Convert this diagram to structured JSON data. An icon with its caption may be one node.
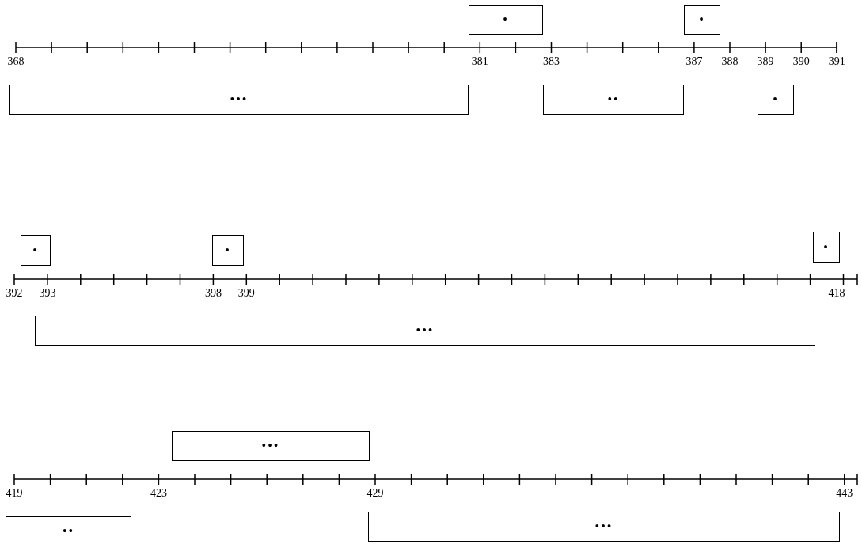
{
  "diagram": {
    "nodes": [
      {
        "text": [
          "•"
        ]
      },
      {
        "text": [
          "•"
        ]
      },
      {
        "text": [
          "•••"
        ]
      },
      {
        "text": [
          "••"
        ]
      },
      {
        "text": [
          "•"
        ]
      },
      {
        "text": [
          "•"
        ]
      },
      {
        "text": [
          "•"
        ]
      },
      {
        "text": [
          "•"
        ]
      },
      {
        "text": [
          "•••"
        ]
      },
      {
        "text": [
          "•••"
        ]
      },
      {
        "text": [
          "••"
        ]
      },
      {
        "text": [
          "•••"
        ]
      }
    ],
    "edges": [],
    "labels": [
      "368",
      "381",
      "383",
      "387",
      "388",
      "389",
      "390",
      "391",
      "392",
      "393",
      "398",
      "399",
      "418",
      "419",
      "423",
      "429",
      "443"
    ]
  }
}
